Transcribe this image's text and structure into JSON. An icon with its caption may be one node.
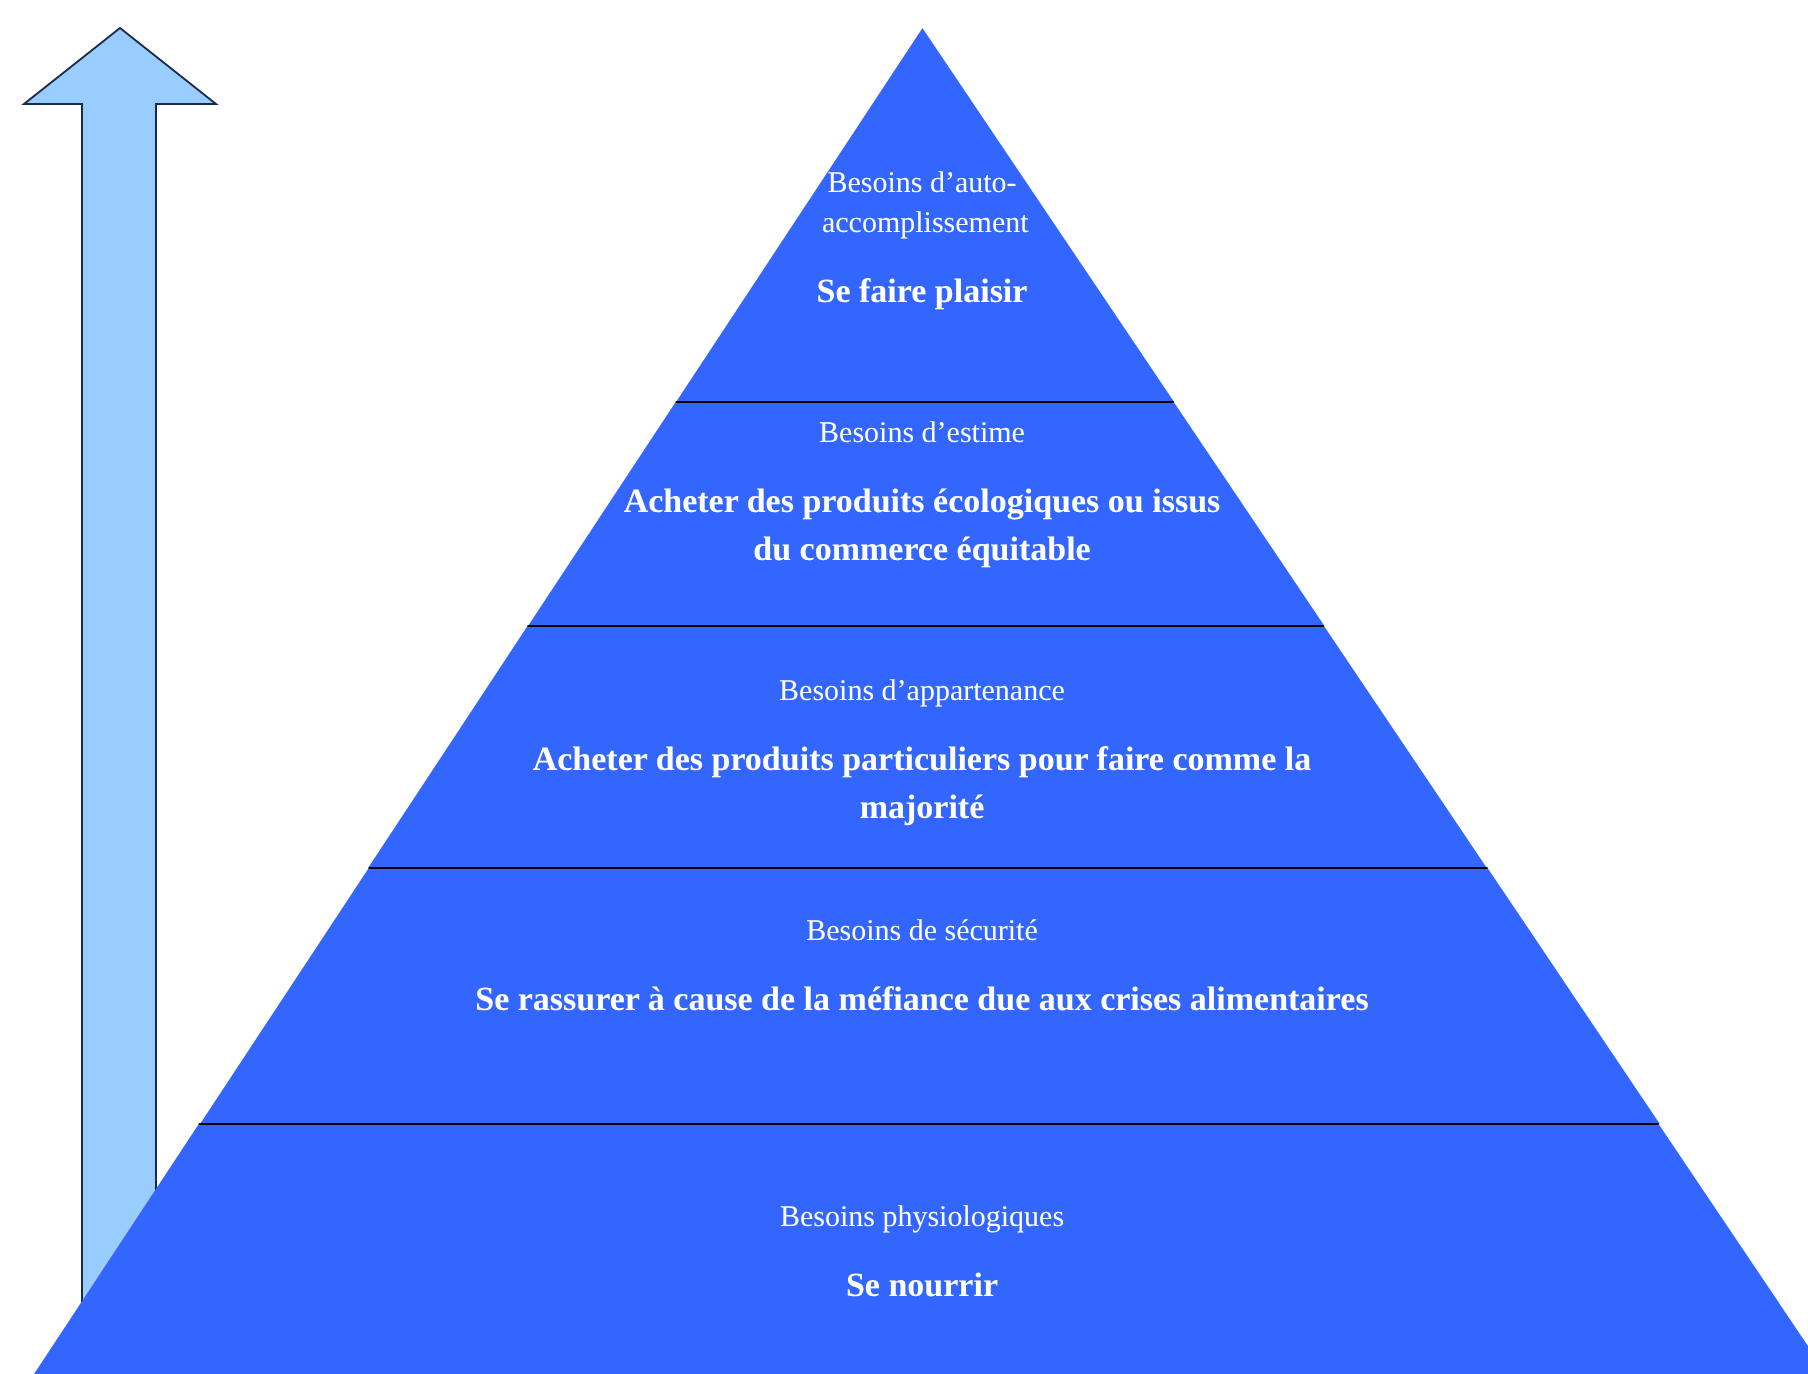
{
  "diagram": {
    "nodes": [
      {
        "text": [
          "Besoins d’auto-accomplissement",
          "Se faire plaisir"
        ]
      },
      {
        "text": [
          "Besoins d’estime",
          "Acheter des produits écologiques ou issus du commerce équitable"
        ]
      },
      {
        "text": [
          "Besoins d’appartenance",
          "Acheter des produits particuliers pour faire comme la majorité"
        ]
      },
      {
        "text": [
          "Besoins de sécurité",
          "Se rassurer à cause de la méfiance due aux crises alimentaires"
        ]
      },
      {
        "text": [
          "Besoins physiologiques",
          "Se nourrir"
        ]
      }
    ]
  }
}
